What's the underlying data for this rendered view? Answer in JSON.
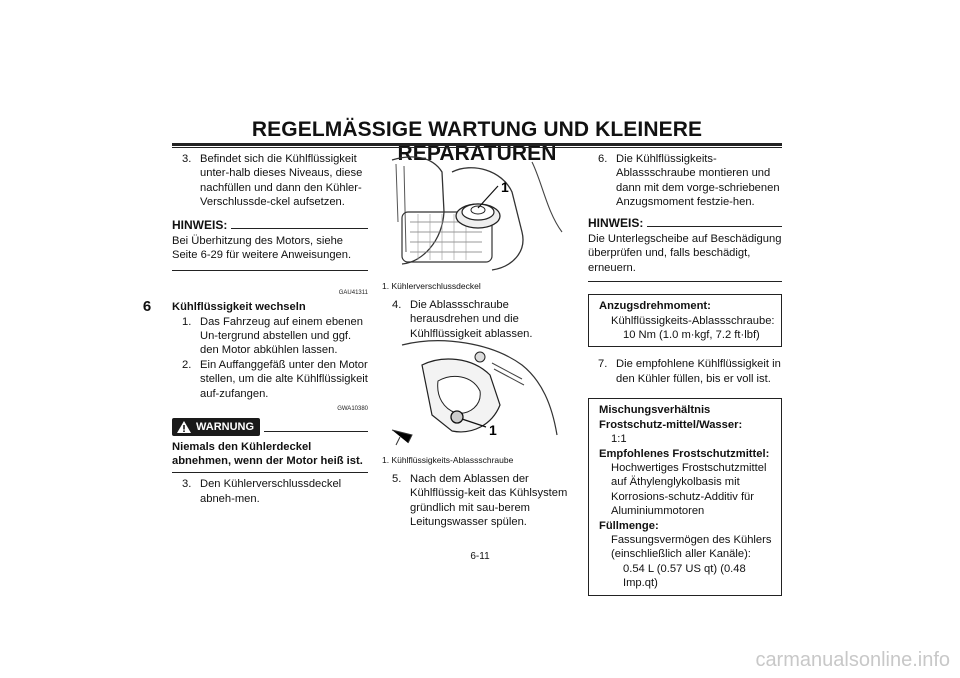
{
  "header": {
    "title": "REGELMÄSSIGE WARTUNG UND KLEINERE REPARATUREN",
    "chapter_tab": "6"
  },
  "col1": {
    "step3a": {
      "num": "3.",
      "text": "Befindet sich die Kühlflüssigkeit unter-halb dieses Niveaus, diese nachfüllen und dann den Kühler-Verschlussde-ckel aufsetzen."
    },
    "note": {
      "head": "HINWEIS:",
      "text": "Bei Überhitzung des Motors, siehe Seite 6-29 für weitere Anweisungen."
    },
    "code1": "GAU41311",
    "section_title": "Kühlflüssigkeit wechseln",
    "steps": [
      {
        "num": "1.",
        "text": "Das Fahrzeug auf einem ebenen Un-tergrund abstellen und ggf. den Motor abkühlen lassen."
      },
      {
        "num": "2.",
        "text": "Ein Auffanggefäß unter den Motor stellen, um die alte Kühlflüssigkeit auf-zufangen."
      }
    ],
    "code2": "GWA10380",
    "warning_label": "WARNUNG",
    "warning_text": "Niemals den Kühlerdeckel abnehmen, wenn der Motor heiß ist.",
    "step3b": {
      "num": "3.",
      "text": "Den Kühlerverschlussdeckel abneh-men."
    }
  },
  "col2": {
    "fig1": {
      "callout": "1",
      "caption": "1. Kühlerverschlussdeckel"
    },
    "step4": {
      "num": "4.",
      "text": "Die Ablassschraube herausdrehen und die Kühlflüssigkeit ablassen."
    },
    "fig2": {
      "callout": "1",
      "caption": "1. Kühlflüssigkeits-Ablassschraube"
    },
    "step5": {
      "num": "5.",
      "text": "Nach dem Ablassen der Kühlflüssig-keit das Kühlsystem gründlich mit sau-berem Leitungswasser spülen."
    }
  },
  "col3": {
    "step6": {
      "num": "6.",
      "text": "Die Kühlflüssigkeits-Ablassschraube montieren und dann mit dem vorge-schriebenen Anzugsmoment festzie-hen."
    },
    "note": {
      "head": "HINWEIS:",
      "text": "Die Unterlegscheibe auf Beschädigung überprüfen und, falls beschädigt, erneuern."
    },
    "torque_box": {
      "head": "Anzugsdrehmoment:",
      "line1": "Kühlflüssigkeits-Ablassschraube:",
      "line2": "10 Nm (1.0 m·kgf, 7.2 ft·lbf)"
    },
    "step7": {
      "num": "7.",
      "text": "Die empfohlene Kühlflüssigkeit in den Kühler füllen, bis er voll ist."
    },
    "mix_box": {
      "head1": "Mischungsverhältnis Frostschutz-mittel/Wasser:",
      "val1": "1:1",
      "head2": "Empfohlenes Frostschutzmittel:",
      "val2": "Hochwertiges Frostschutzmittel auf Äthylenglykolbasis mit Korrosions-schutz-Additiv für Aluminiummotoren",
      "head3": "Füllmenge:",
      "val3a": "Fassungsvermögen des Kühlers (einschließlich aller Kanäle):",
      "val3b": "0.54 L (0.57 US qt) (0.48 Imp.qt)"
    }
  },
  "footer": {
    "page": "6-11",
    "watermark": "carmanualsonline.info"
  }
}
